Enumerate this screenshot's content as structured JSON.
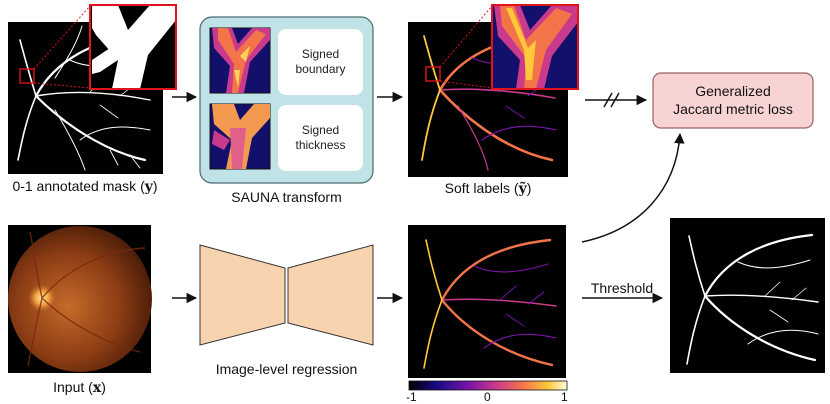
{
  "captions": {
    "mask": "0-1 annotated mask (",
    "mask_math": "y",
    "sauna": "SAUNA transform",
    "soft": "Soft labels (",
    "soft_math": "ỹ",
    "input": "Input (",
    "input_math": "x",
    "regression": "Image-level regression",
    "close_paren": ")"
  },
  "sauna_items": {
    "boundary_line1": "Signed",
    "boundary_line2": "boundary",
    "thickness_line1": "Signed",
    "thickness_line2": "thickness"
  },
  "loss": {
    "line1": "Generalized",
    "line2": "Jaccard metric loss"
  },
  "threshold_label": "Threshold",
  "colorbar": {
    "ticks": [
      "-1",
      "0",
      "1"
    ]
  },
  "colors": {
    "sauna_box": "#bfe3e6",
    "loss_box": "#f8d3d3",
    "network": "#f8d3b0",
    "zoom_frame": "#e0141b"
  }
}
